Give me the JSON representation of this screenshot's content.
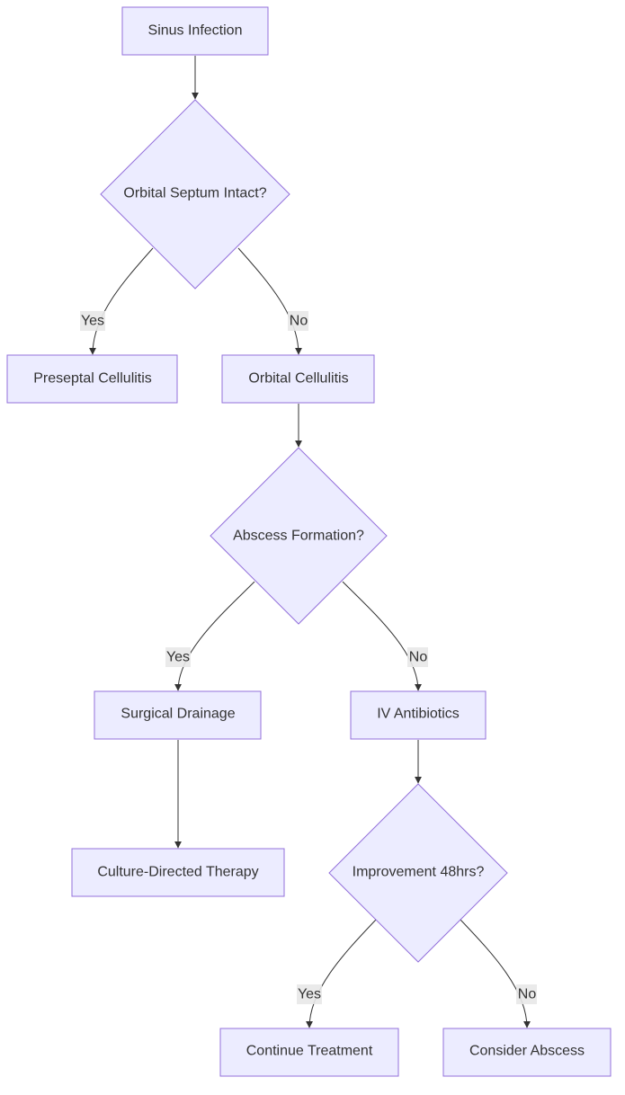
{
  "diagram": {
    "type": "flowchart",
    "colors": {
      "node_fill": "#ECECFF",
      "node_stroke": "#9370DB",
      "edge": "#333333",
      "label_bg": "#e8e8e8",
      "text": "#333333"
    },
    "nodes": {
      "sinus_infection": "Sinus Infection",
      "septum_intact": "Orbital Septum Intact?",
      "preseptal": "Preseptal Cellulitis",
      "orbital": "Orbital Cellulitis",
      "abscess_formation": "Abscess Formation?",
      "surgical_drainage": "Surgical Drainage",
      "iv_antibiotics": "IV Antibiotics",
      "culture_therapy": "Culture-Directed Therapy",
      "improvement": "Improvement 48hrs?",
      "continue_treatment": "Continue Treatment",
      "consider_abscess": "Consider Abscess"
    },
    "edges": [
      {
        "from": "sinus_infection",
        "to": "septum_intact",
        "label": ""
      },
      {
        "from": "septum_intact",
        "to": "preseptal",
        "label": "Yes"
      },
      {
        "from": "septum_intact",
        "to": "orbital",
        "label": "No"
      },
      {
        "from": "orbital",
        "to": "abscess_formation",
        "label": ""
      },
      {
        "from": "abscess_formation",
        "to": "surgical_drainage",
        "label": "Yes"
      },
      {
        "from": "abscess_formation",
        "to": "iv_antibiotics",
        "label": "No"
      },
      {
        "from": "surgical_drainage",
        "to": "culture_therapy",
        "label": ""
      },
      {
        "from": "iv_antibiotics",
        "to": "improvement",
        "label": ""
      },
      {
        "from": "improvement",
        "to": "continue_treatment",
        "label": "Yes"
      },
      {
        "from": "improvement",
        "to": "consider_abscess",
        "label": "No"
      }
    ]
  }
}
